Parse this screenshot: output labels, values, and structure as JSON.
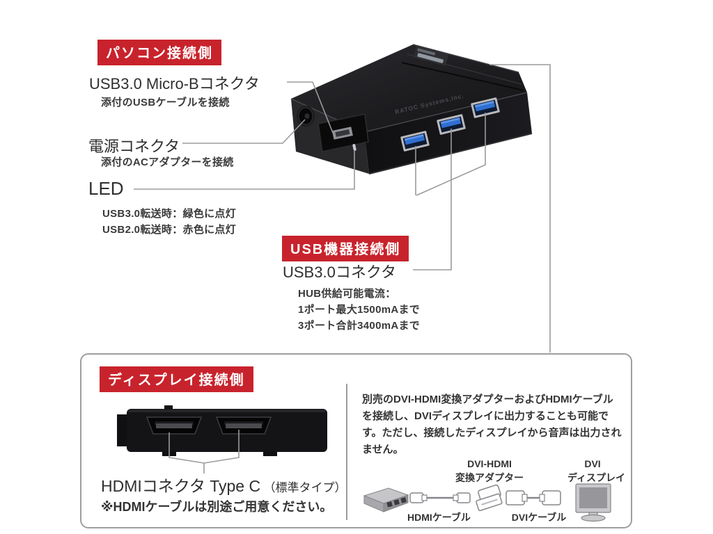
{
  "colors": {
    "accent_red": "#c8232c",
    "callout_line": "#9b9b9b",
    "box_border": "#9e9e9e",
    "heading_text": "#2f2f2f",
    "sub_text": "#3a3a3a",
    "usb_port_blue": "#2f6fd0"
  },
  "pc_section": {
    "badge": "パソコン接続側",
    "microb": {
      "title": "USB3.0 Micro-Bコネクタ",
      "sub": "添付のUSBケーブルを接続"
    },
    "power": {
      "title": "電源コネクタ",
      "sub": "添付のACアダプターを接続"
    },
    "led": {
      "title": "LED",
      "lines": [
        "USB3.0転送時：緑色に点灯",
        "USB2.0転送時：赤色に点灯"
      ]
    }
  },
  "usb_section": {
    "badge": "USB機器接続側",
    "title": "USB3.0コネクタ",
    "lines": [
      "HUB供給可能電流：",
      "1ポート最大1500mAまで",
      "3ポート合計3400mAまで"
    ]
  },
  "device": {
    "brand_text": "RATOC Systems,Inc."
  },
  "display_section": {
    "badge": "ディスプレイ接続側",
    "title_main": "HDMIコネクタ Type C",
    "title_sub": "（標準タイプ）",
    "note": "※HDMIケーブルは別途ご用意ください。",
    "description_lines": [
      "別売のDVI-HDMI変換アダプターおよびHDMIケーブル",
      "を接続し、DVIディスプレイに出力することも可能で",
      "す。ただし、接続したディスプレイから音声は出力され",
      "ません。"
    ],
    "diagram": {
      "adapter_label_1": "DVI-HDMI",
      "adapter_label_2": "変換アダプター",
      "hdmi_cable_label": "HDMIケーブル",
      "dvi_cable_label": "DVIケーブル",
      "display_label_1": "DVI",
      "display_label_2": "ディスプレイ"
    }
  },
  "icons": {
    "usb_hub_photo": "usb-hub-photo",
    "hdmi_side_photo": "hdmi-ports-photo",
    "hub_icon": "hub-icon",
    "hdmi_cable_icon": "hdmi-cable-icon",
    "dvi_hdmi_adapter_icon": "dvi-hdmi-adapter-icon",
    "dvi_cable_icon": "dvi-cable-icon",
    "dvi_display_icon": "dvi-display-icon"
  }
}
